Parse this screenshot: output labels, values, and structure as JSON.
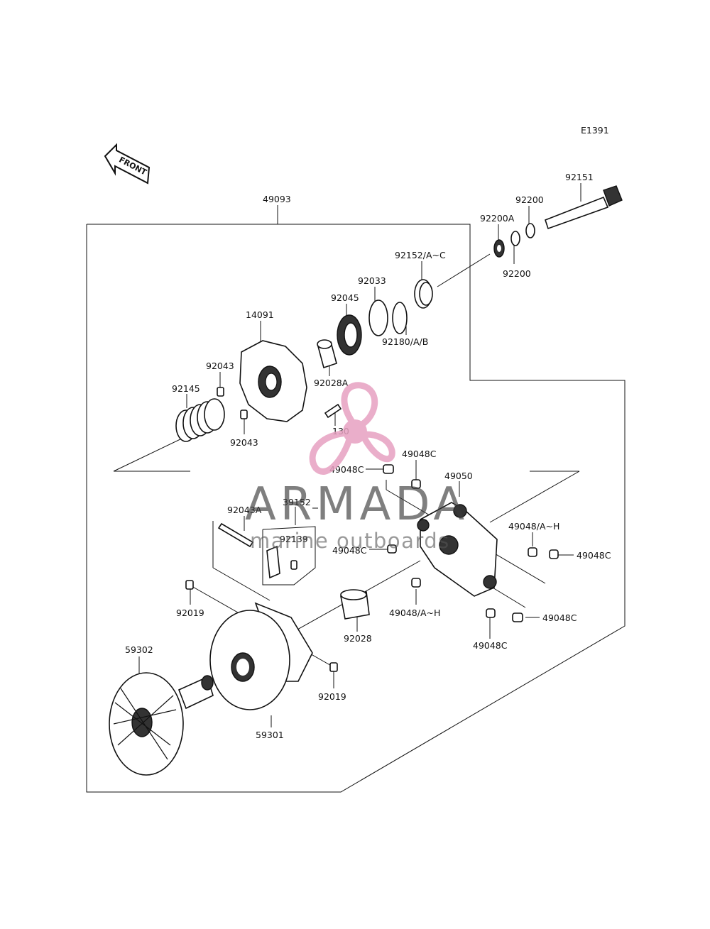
{
  "diagram": {
    "code": "E1391",
    "front_arrow_text": "FRONT",
    "labels": {
      "p49093": "49093",
      "p92151": "92151",
      "p92200_top": "92200",
      "p92200A": "92200A",
      "p92200_bottom": "92200",
      "p92152": "92152/A~C",
      "p92033": "92033",
      "p92045": "92045",
      "p92180": "92180/A/B",
      "p14091": "14091",
      "p92043_a": "92043",
      "p92028A": "92028A",
      "p92145": "92145",
      "p92043_b": "92043",
      "p130": "130",
      "p49048C_a": "49048C",
      "p49048C_b": "49048C",
      "p49050": "49050",
      "p92043A": "92043A",
      "p39152": "39152",
      "p92139": "92139",
      "p49048C_c": "49048C",
      "p49048AH_a": "49048/A~H",
      "p49048C_d": "49048C",
      "p92019_a": "92019",
      "p49048AH_b": "49048/A~H",
      "p92028": "92028",
      "p49048C_e": "49048C",
      "p49048C_f": "49048C",
      "p59302": "59302",
      "p92019_b": "92019",
      "p59301": "59301"
    }
  },
  "watermark": {
    "brand": "ARMADA",
    "tagline": "marine outboards",
    "accent_color": "#e7a1c1",
    "text_color": "#3a3a3a"
  }
}
